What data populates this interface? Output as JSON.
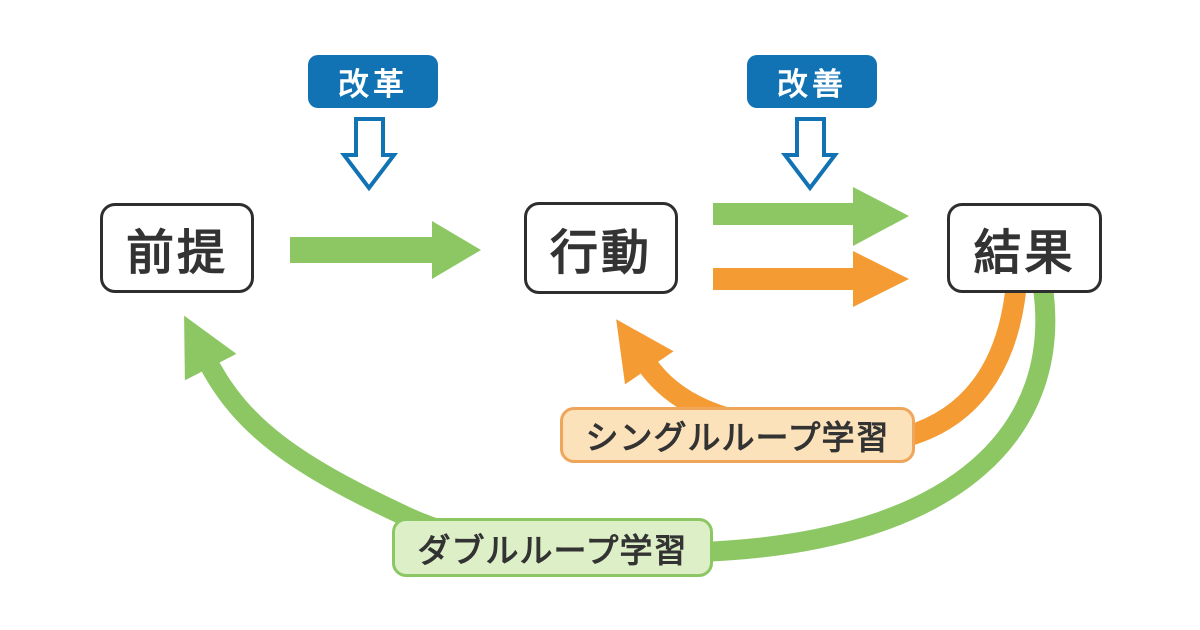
{
  "diagram_title": "single-loop and double-loop learning diagram",
  "nodes": [
    {
      "id": "premise",
      "label": "前提"
    },
    {
      "id": "action",
      "label": "行動"
    },
    {
      "id": "result",
      "label": "結果"
    }
  ],
  "badges": [
    {
      "id": "reform",
      "label": "改革"
    },
    {
      "id": "improvement",
      "label": "改善"
    }
  ],
  "loops": {
    "single": {
      "label": "シングルループ学習"
    },
    "double": {
      "label": "ダブルループ学習"
    }
  },
  "arrows": [
    {
      "id": "premise-to-action",
      "color": "green",
      "type": "straight"
    },
    {
      "id": "action-to-result-top",
      "color": "green",
      "type": "straight"
    },
    {
      "id": "action-to-result-bottom",
      "color": "orange",
      "type": "straight"
    },
    {
      "id": "reform-down",
      "color": "blue-outline",
      "type": "down"
    },
    {
      "id": "improvement-down",
      "color": "blue-outline",
      "type": "down"
    },
    {
      "id": "single-loop",
      "color": "orange",
      "type": "curve",
      "from": "結果",
      "to": "行動"
    },
    {
      "id": "double-loop",
      "color": "green",
      "type": "curve",
      "from": "結果",
      "to": "前提"
    }
  ],
  "colors": {
    "green": "#8cc764",
    "orange": "#f49b33",
    "blue": "#1173b4",
    "orange-light": "#fbe2ba",
    "orange-border": "#efa55a",
    "green-light": "#dcefc6",
    "text": "#333333",
    "border": "#2e2e2e"
  }
}
